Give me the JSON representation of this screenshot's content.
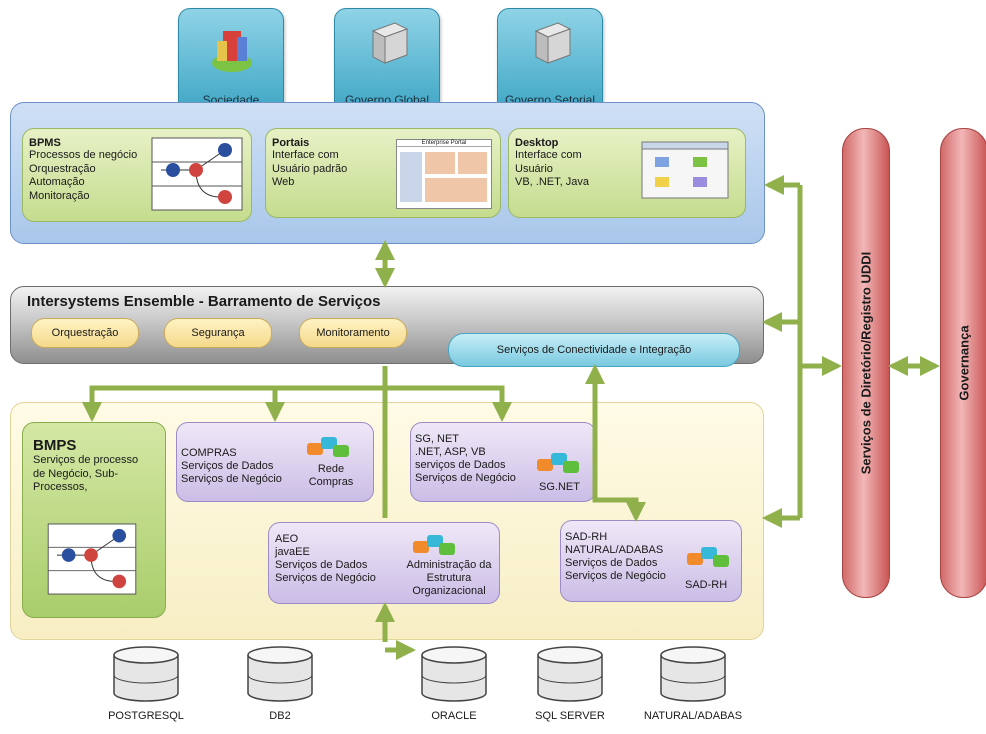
{
  "top": [
    {
      "label": "Sociedade"
    },
    {
      "label": "Governo Global"
    },
    {
      "label": "Governo Setorial"
    }
  ],
  "presentation": {
    "bpms": {
      "title": "BPMS",
      "lines": [
        "Processos de negócio",
        "Orquestração",
        "Automação",
        "Monitoração"
      ]
    },
    "portais": {
      "title": "Portais",
      "lines": [
        "Interface com",
        "Usuário padrão",
        "Web"
      ],
      "thumb": "Enterprise Portal"
    },
    "desktop": {
      "title": "Desktop",
      "lines": [
        "Interface com",
        "Usuário",
        "VB, .NET, Java"
      ]
    }
  },
  "bus": {
    "title": "Intersystems Ensemble - Barramento de Serviços",
    "pills": [
      "Orquestração",
      "Segurança",
      "Monitoramento"
    ],
    "connectivity": "Serviços de Conectividade e Integração"
  },
  "services": {
    "bmps": {
      "title": "BMPS",
      "lines": [
        "Serviços de processo",
        "de Negócio, Sub-",
        "Processos,"
      ]
    },
    "compras": {
      "lines": [
        "COMPRAS",
        "Serviços de Dados",
        "Serviços de Negócio"
      ],
      "side": [
        "Rede",
        "Compras"
      ]
    },
    "sgnet": {
      "lines": [
        "SG, NET",
        ".NET, ASP, VB",
        "serviços de Dados",
        "Serviços de Negócio"
      ],
      "side": [
        "SG.NET"
      ]
    },
    "aeo": {
      "lines": [
        "AEO",
        "javaEE",
        "Serviços de Dados",
        "Serviços de Negócio"
      ],
      "side": [
        "Administração da",
        "Estrutura",
        "Organizacional"
      ]
    },
    "sadrh": {
      "lines": [
        "SAD-RH",
        "NATURAL/ADABAS",
        "Serviços de Dados",
        "Serviços de Negócio"
      ],
      "side": [
        "SAD-RH"
      ]
    }
  },
  "bars": {
    "uddi": "Serviços de Diretório/Registro UDDI",
    "governanca": "Governança"
  },
  "databases": [
    "POSTGRESQL",
    "DB2",
    "ORACLE",
    "SQL SERVER",
    "NATURAL/ADABAS"
  ],
  "colors": {
    "arrow": "#8fb04a",
    "blue_layer": "#a9c7ea",
    "yellow_layer": "#f7eec4",
    "bar": "#d16a6a"
  }
}
